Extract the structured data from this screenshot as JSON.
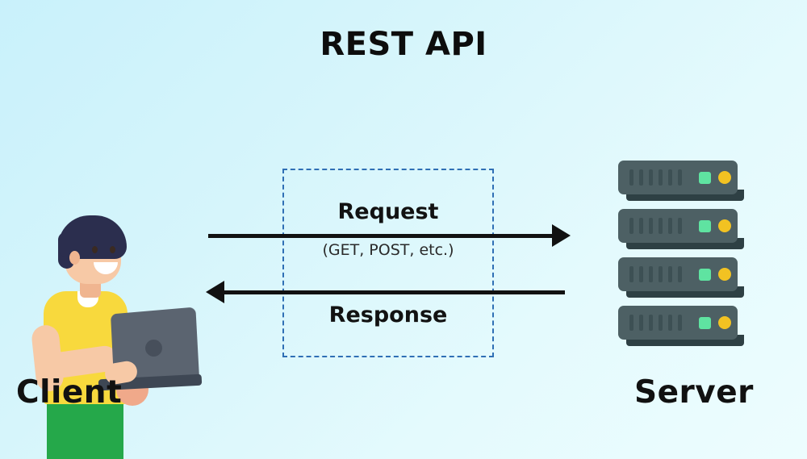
{
  "diagram": {
    "title": "REST API",
    "background_color": "#cdf2fa",
    "accent_color": "#2f6fb5"
  },
  "client": {
    "label": "Client",
    "graphic": "person-with-laptop-illustration",
    "colors": {
      "hair": "#2b2e4e",
      "skin": "#f7c9a6",
      "shirt": "#f8d93d",
      "pants": "#25a84a",
      "laptop": "#5b6470"
    }
  },
  "server": {
    "label": "Server",
    "graphic": "server-rack-illustration",
    "rack_units": 4,
    "slots_per_unit": 6,
    "colors": {
      "rack": "#4d6064",
      "slot": "#3d5054",
      "led_green": "#5fe3a1",
      "led_amber": "#f2c222"
    }
  },
  "flows": {
    "request": {
      "label": "Request",
      "sublabel": "(GET, POST, etc.)",
      "direction": "client-to-server"
    },
    "response": {
      "label": "Response",
      "direction": "server-to-client"
    }
  },
  "region": {
    "name": "rest-api-boundary",
    "border_style": "dashed",
    "border_color": "#2f6fb5"
  }
}
